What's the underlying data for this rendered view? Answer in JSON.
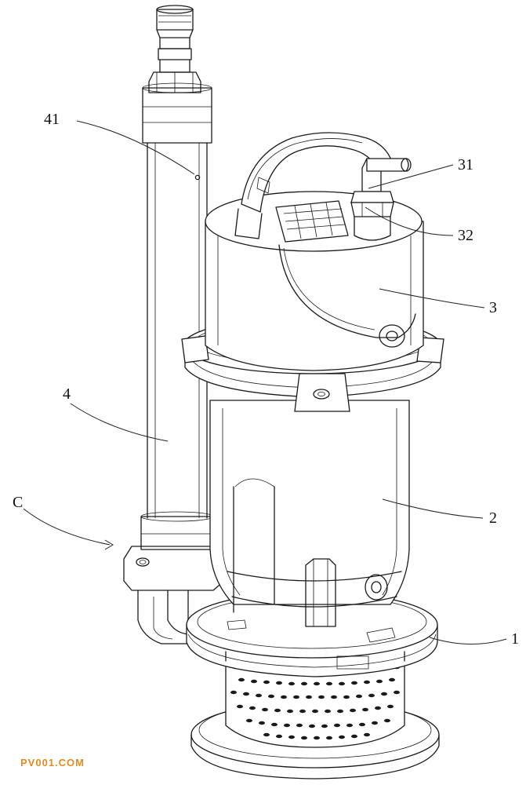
{
  "labels": {
    "label_41": "41",
    "label_31": "31",
    "label_32": "32",
    "label_3": "3",
    "label_4": "4",
    "label_2": "2",
    "label_c": "C",
    "label_1": "1"
  },
  "watermark": "PV001.COM",
  "colors": {
    "line": "#1a1a1a",
    "watermark": "#e58a1f",
    "background": "#ffffff"
  }
}
